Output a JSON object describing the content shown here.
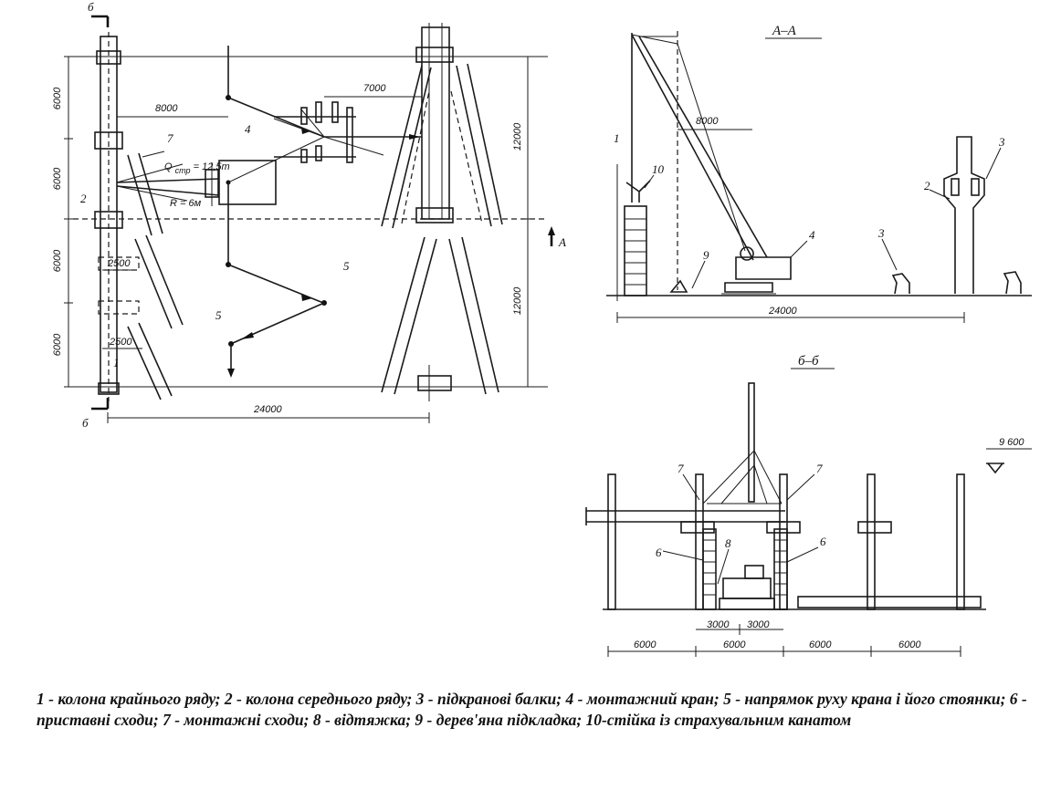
{
  "section_labels": {
    "aa": "А–А",
    "bb": "б–б",
    "mark_b_top": "б",
    "mark_b_bottom": "б",
    "mark_a": "А"
  },
  "plan": {
    "dims": {
      "d6000_top": "6000",
      "d6000_mid": "6000",
      "d6000_a": "6000",
      "d6000_b": "6000",
      "d12000_right_top": "12000",
      "d12000_right_bottom": "12000",
      "d8000": "8000",
      "d7000": "7000",
      "d24000": "24000",
      "d2500_a": "2500",
      "d2500_b": "2500"
    },
    "formula_q": "Q",
    "formula_q_sub": "стр",
    "formula_q_val": "= 12,5т",
    "formula_r": "R = 6м",
    "markers": {
      "m1": "1",
      "m2": "2",
      "m4": "4",
      "m5a": "5",
      "m5b": "5",
      "m7": "7"
    }
  },
  "section_aa": {
    "dims": {
      "d8000": "8000",
      "d24000": "24000"
    },
    "markers": {
      "m1": "1",
      "m2": "2",
      "m3a": "3",
      "m3b": "3",
      "m4": "4",
      "m9": "9",
      "m10": "10"
    }
  },
  "section_bb": {
    "level_mark": "9 600",
    "dims": {
      "d6000_a": "6000",
      "d6000_b": "6000",
      "d6000_c": "6000",
      "d6000_d": "6000",
      "d3000_a": "3000",
      "d3000_b": "3000"
    },
    "markers": {
      "m6a": "6",
      "m6b": "6",
      "m7a": "7",
      "m7b": "7",
      "m8": "8"
    }
  },
  "caption": "1 - колона крайнього ряду; 2 - колона середнього ряду; 3 - підкранові балки; 4 - монтажний кран; 5 - напрямок руху крана і його стоянки; 6 - приставні сходи; 7 - монтажні сходи; 8 - відтяжка; 9 - дерев'яна підкладка; 10-стійка із страхувальним канатом"
}
